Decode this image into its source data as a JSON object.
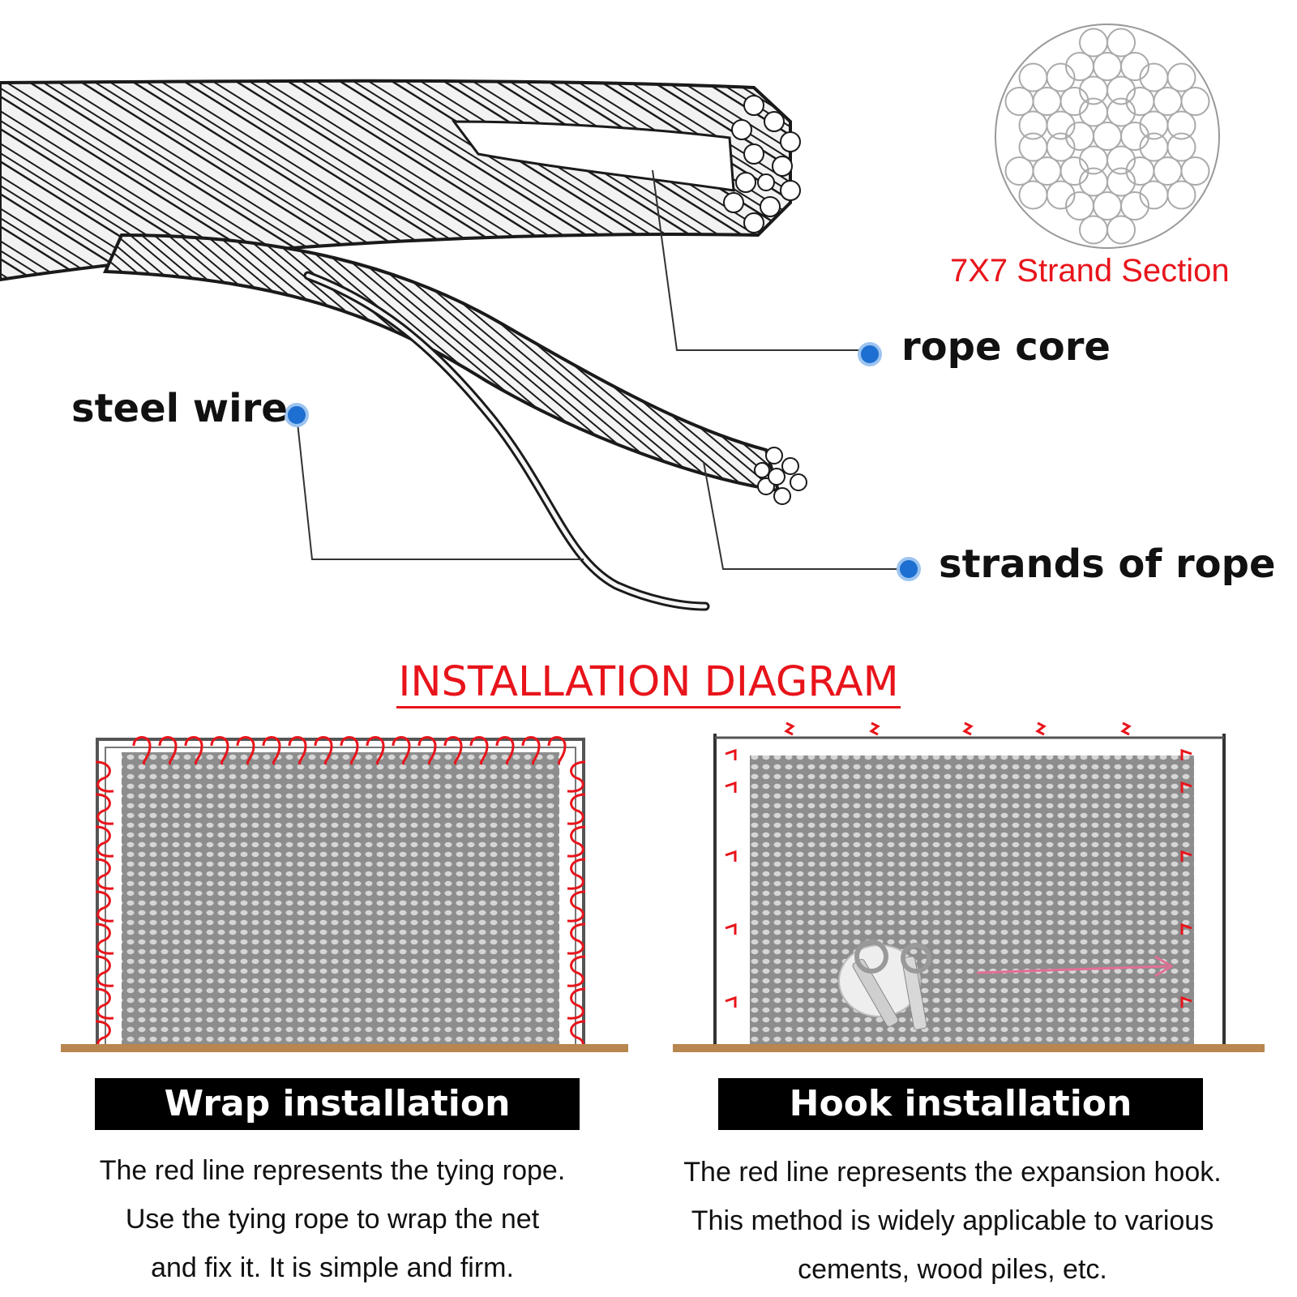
{
  "rope_diagram": {
    "section_title": "7X7 Strand Section",
    "labels": {
      "rope_core": "rope core",
      "steel_wire": "steel wire",
      "strands": "strands of rope"
    }
  },
  "installation": {
    "title": "INSTALLATION DIAGRAM",
    "wrap": {
      "heading": "Wrap installation",
      "lines": [
        "The red line represents the tying rope.",
        "Use the tying rope to wrap the net",
        "and fix it. It is simple and firm."
      ]
    },
    "hook": {
      "heading": "Hook installation",
      "lines": [
        "The red line represents the expansion hook.",
        "This method is widely applicable to various",
        "cements, wood piles, etc."
      ]
    }
  },
  "colors": {
    "accent_red": "#e8141b",
    "callout_blue": "#1d6fd1",
    "rope_line": "#1a1a1a",
    "ground": "#b8864f",
    "banner": "#000000"
  }
}
